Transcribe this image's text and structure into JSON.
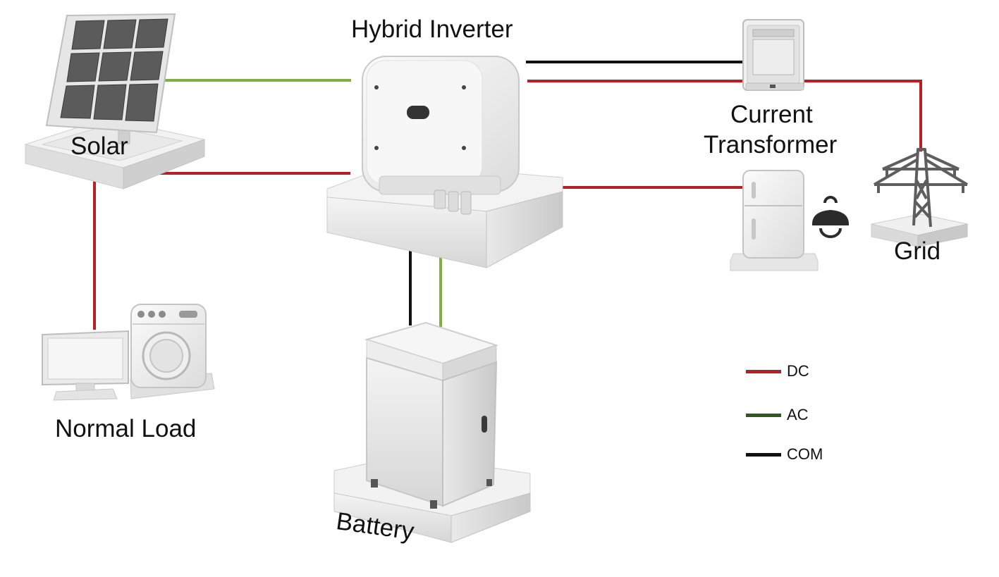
{
  "labels": {
    "solar": "Solar",
    "inverter": "Hybrid Inverter",
    "ct_line1": "Current",
    "ct_line2": "Transformer",
    "grid": "Grid",
    "normal_load": "Normal Load",
    "battery": "Battery"
  },
  "legend": [
    {
      "label": "DC",
      "color": "#b81f24"
    },
    {
      "label": "AC",
      "color": "#2f5a1e"
    },
    {
      "label": "COM",
      "color": "#111111"
    }
  ],
  "colors": {
    "dc_wire": "#b81f24",
    "ac_wire": "#7fb041",
    "com_wire": "#111111"
  }
}
